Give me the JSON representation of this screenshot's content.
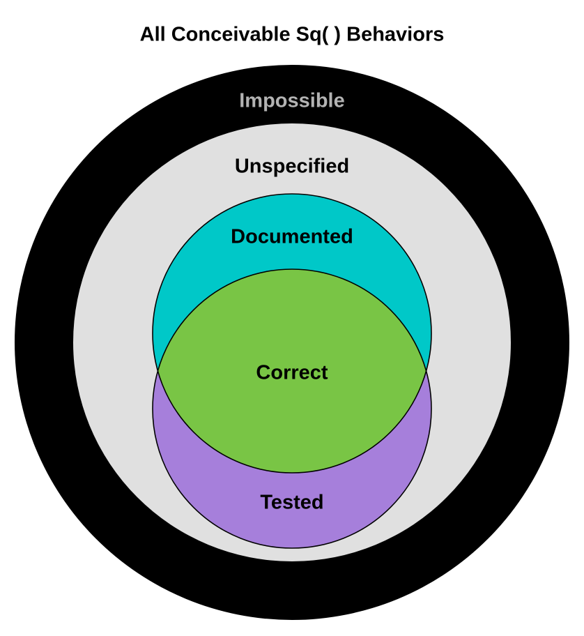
{
  "diagram": {
    "title": "All Conceivable Sq( ) Behaviors",
    "regions": {
      "impossible": {
        "label": "Impossible",
        "fill": "#000000",
        "label_color": "#b3b3b3"
      },
      "unspecified": {
        "label": "Unspecified",
        "fill": "#e0e0e0",
        "label_color": "#000000"
      },
      "documented": {
        "label": "Documented",
        "fill": "#00c8c8",
        "label_color": "#000000"
      },
      "tested": {
        "label": "Tested",
        "fill": "#a67fdb",
        "label_color": "#000000"
      },
      "correct": {
        "label": "Correct",
        "fill": "#79c545",
        "label_color": "#000000"
      }
    }
  }
}
